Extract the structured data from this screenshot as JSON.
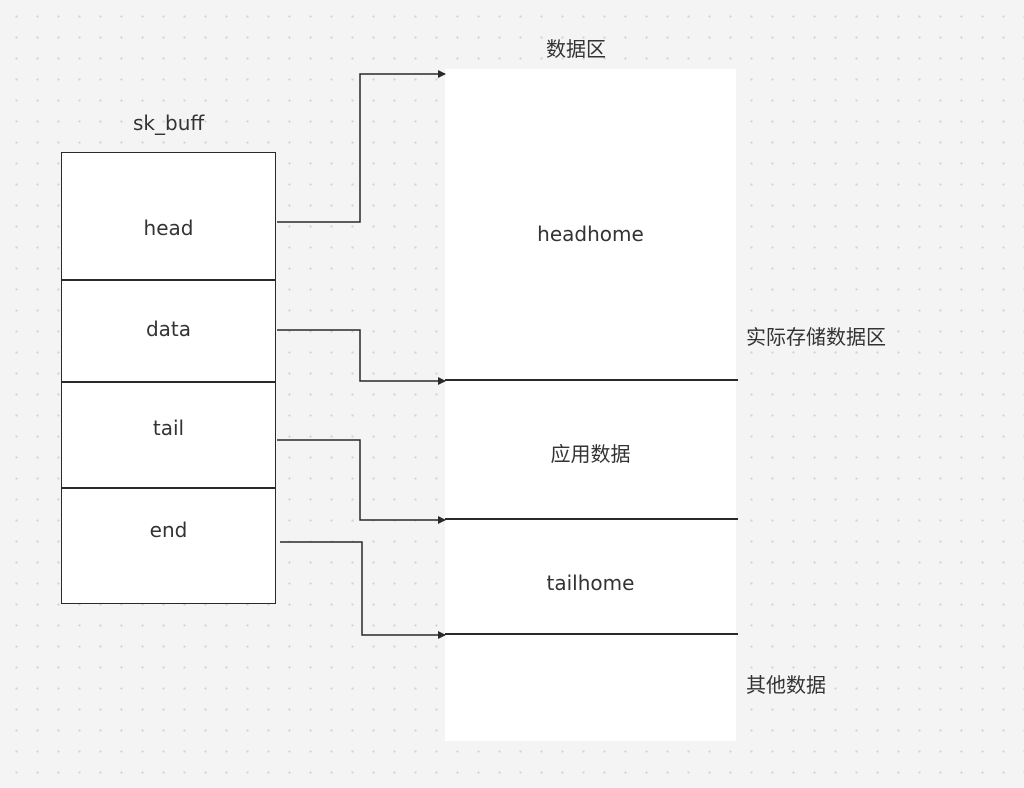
{
  "sk_buff": {
    "title": "sk_buff",
    "fields": [
      {
        "label": "head"
      },
      {
        "label": "data"
      },
      {
        "label": "tail"
      },
      {
        "label": "end"
      }
    ]
  },
  "data_area": {
    "title": "数据区",
    "regions": [
      {
        "label": "headhome"
      },
      {
        "label": "应用数据"
      },
      {
        "label": "tailhome"
      }
    ]
  },
  "side_labels": {
    "actual_storage": "实际存储数据区",
    "other_data": "其他数据"
  },
  "colors": {
    "line": "#2a2a2a",
    "text": "#333333",
    "background": "#f4f4f4"
  }
}
